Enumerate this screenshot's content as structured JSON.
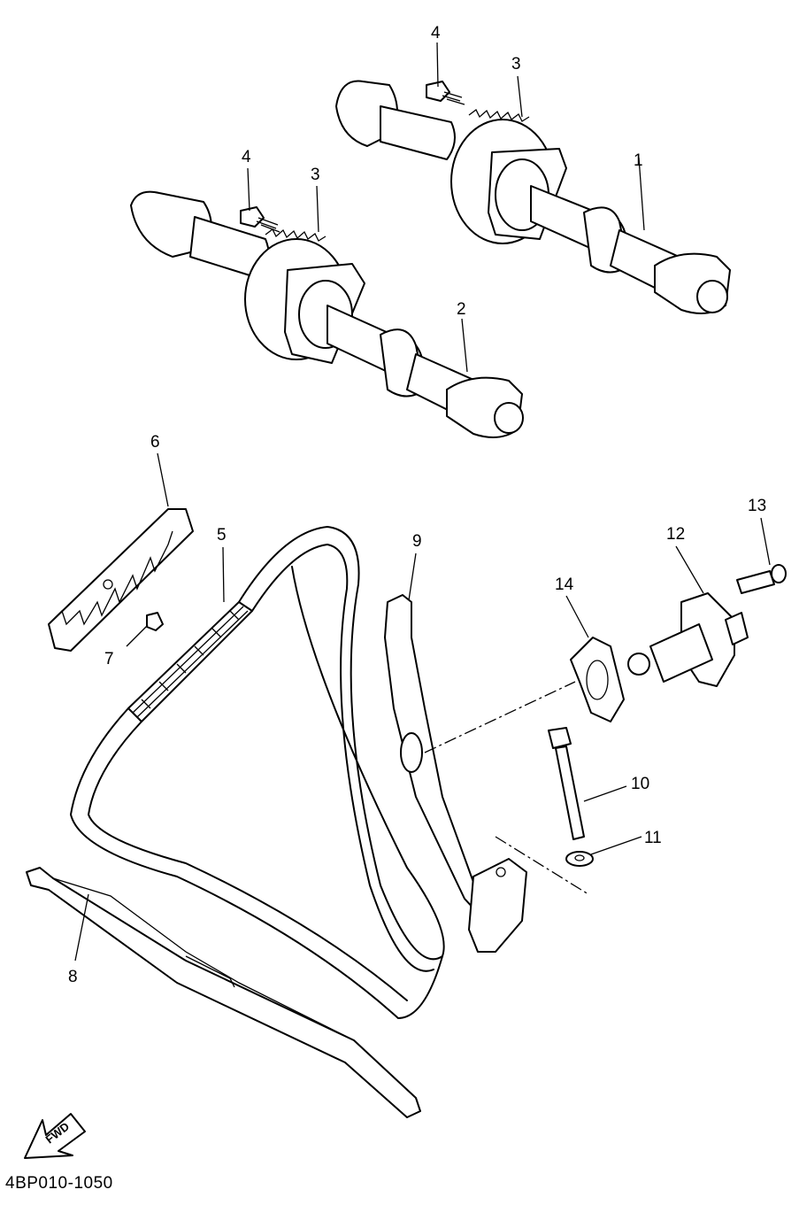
{
  "diagram": {
    "doc_id": "4BP010-1050",
    "fwd_label": "FWD",
    "callouts": [
      {
        "id": "c1",
        "label": "1"
      },
      {
        "id": "c2",
        "label": "2"
      },
      {
        "id": "c3a",
        "label": "3"
      },
      {
        "id": "c3b",
        "label": "3"
      },
      {
        "id": "c4a",
        "label": "4"
      },
      {
        "id": "c4b",
        "label": "4"
      },
      {
        "id": "c5",
        "label": "5"
      },
      {
        "id": "c6",
        "label": "6"
      },
      {
        "id": "c7",
        "label": "7"
      },
      {
        "id": "c8",
        "label": "8"
      },
      {
        "id": "c9",
        "label": "9"
      },
      {
        "id": "c10",
        "label": "10"
      },
      {
        "id": "c11",
        "label": "11"
      },
      {
        "id": "c12",
        "label": "12"
      },
      {
        "id": "c13",
        "label": "13"
      },
      {
        "id": "c14",
        "label": "14"
      }
    ]
  }
}
